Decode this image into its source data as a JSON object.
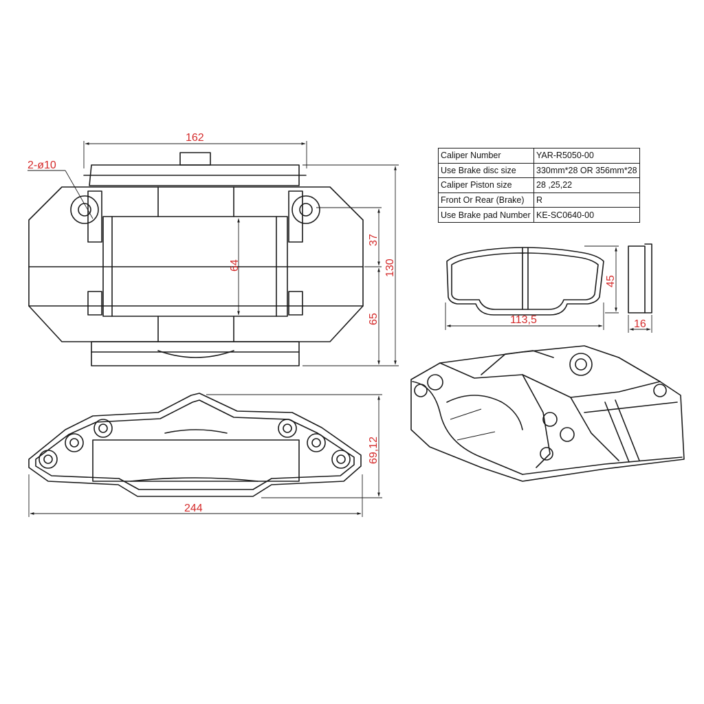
{
  "spec_table": [
    {
      "label": "Caliper Number",
      "value": "YAR-R5050-00"
    },
    {
      "label": "Use Brake disc  size",
      "value": "330mm*28 OR 356mm*28"
    },
    {
      "label": "Caliper Piston size",
      "value": "28 ,25,22"
    },
    {
      "label": "Front Or Rear (Brake)",
      "value": "R"
    },
    {
      "label": "Use Brake  pad Number",
      "value": "KE-SC0640-00"
    }
  ],
  "dimensions": {
    "top_width": "162",
    "mount_holes": "2-ø10",
    "inner_height": "64",
    "offset_top": "37",
    "overall_height": "130",
    "offset_bottom": "65",
    "pad_width": "113,5",
    "pad_height": "45",
    "pad_thickness": "16",
    "side_width": "244",
    "side_height": "69,12"
  },
  "colors": {
    "dimension_text": "#d42a2a",
    "line": "#1a1a1a"
  }
}
